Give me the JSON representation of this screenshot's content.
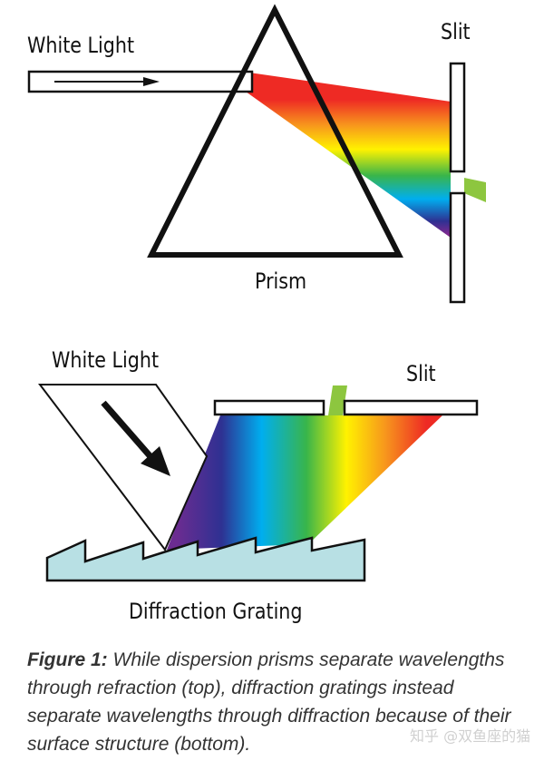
{
  "top_diagram": {
    "input_label": "White Light",
    "prism_label": "Prism",
    "slit_label": "Slit"
  },
  "bottom_diagram": {
    "input_label": "White Light",
    "slit_label": "Slit",
    "grating_label": "Diffraction Grating"
  },
  "caption": {
    "figure_label": "Figure 1:",
    "text": " While dispersion prisms separate wavelengths through refraction (top), diffraction gratings instead separate wavelengths through diffraction because of their surface structure (bottom)."
  },
  "watermark": "知乎 @双鱼座的猫",
  "colors": {
    "spectrum": [
      "#ee2a24",
      "#f7941d",
      "#fff200",
      "#39b54a",
      "#00aeef",
      "#2e3192",
      "#92278f"
    ],
    "grating_fill": "#b8e0e4",
    "outline": "#111111"
  }
}
